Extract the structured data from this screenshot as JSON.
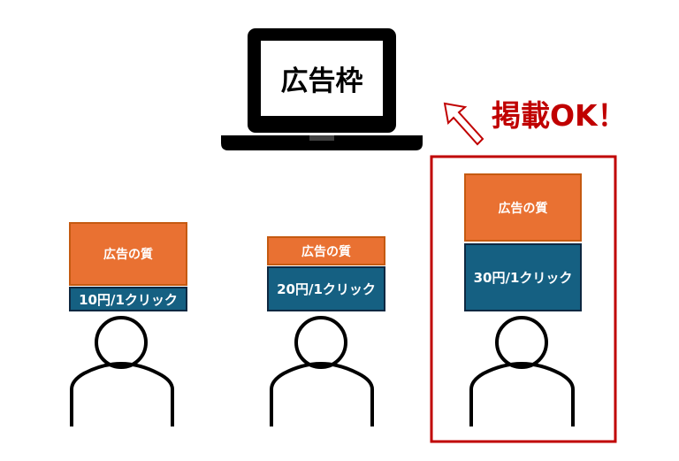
{
  "laptop": {
    "screen_label": "広告枠"
  },
  "result": {
    "label": "掲載OK！"
  },
  "colors": {
    "quality": "#e97132",
    "price": "#156082",
    "highlight": "#c00000"
  },
  "advertisers": [
    {
      "quality_label": "広告の質",
      "price_label": "10円/1クリック"
    },
    {
      "quality_label": "広告の質",
      "price_label": "20円/1クリック"
    },
    {
      "quality_label": "広告の質",
      "price_label": "30円/1クリック"
    }
  ]
}
